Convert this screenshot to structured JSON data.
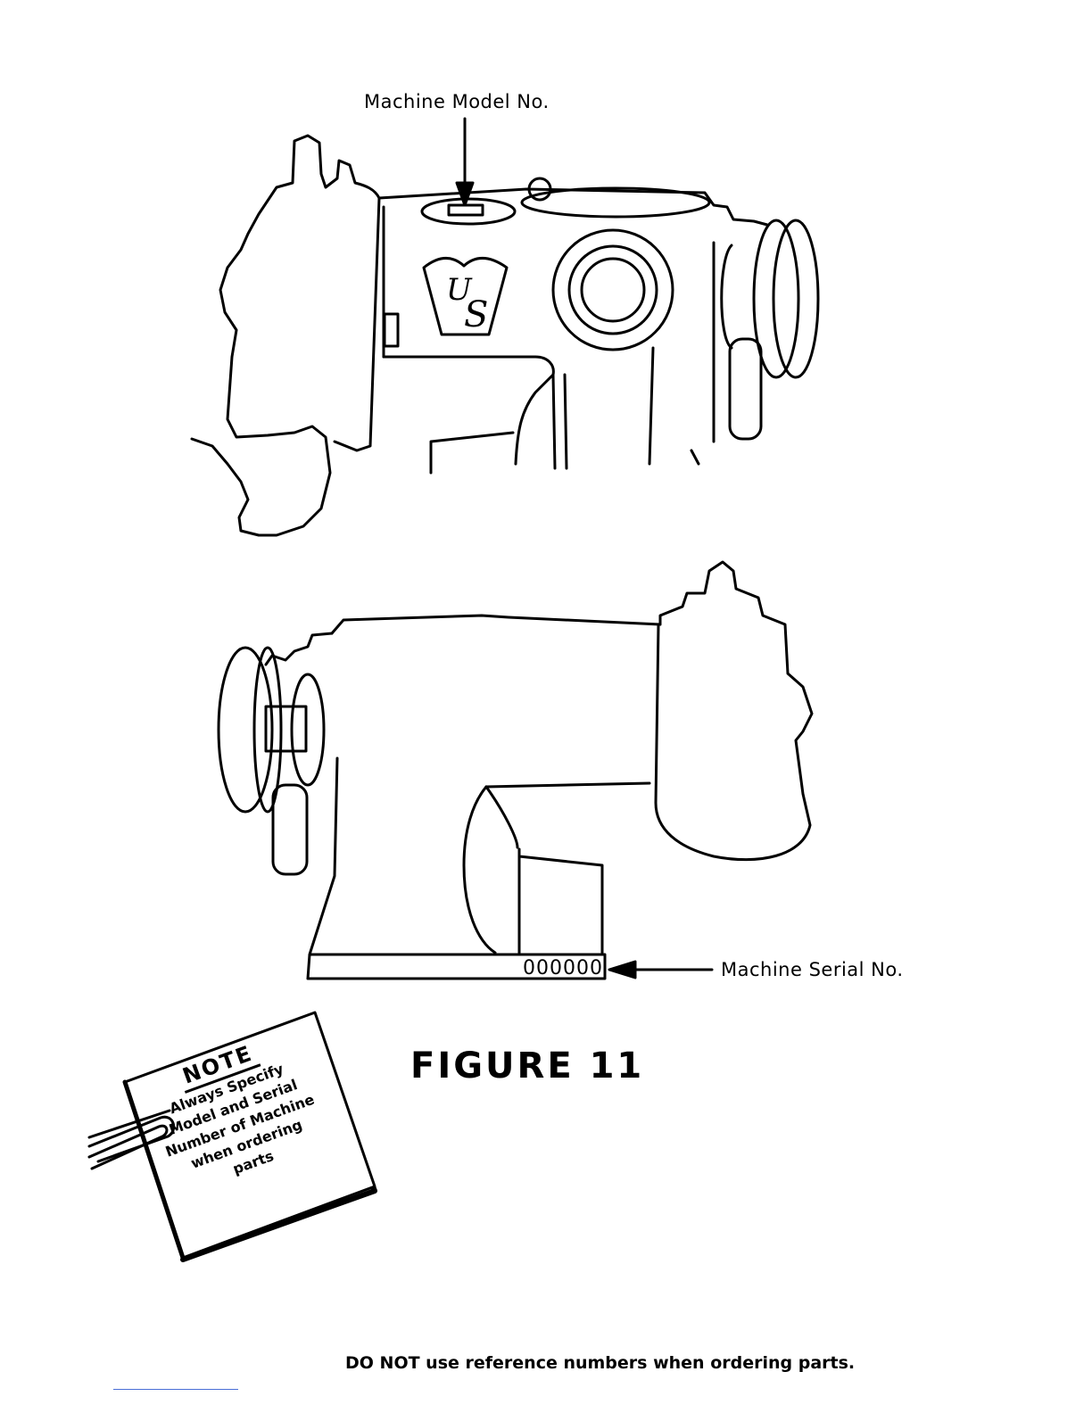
{
  "labels": {
    "model": "Machine Model No.",
    "serial": "Machine Serial No.",
    "serial_value": "000000",
    "figure": "FIGURE 11",
    "footer": "DO NOT use reference numbers when ordering parts."
  },
  "logo": {
    "letter_top": "U",
    "letter_bottom": "S"
  },
  "note": {
    "heading": "NOTE",
    "lines": [
      "Always Specify",
      "Model and Serial",
      "Number of Machine",
      "when ordering",
      "parts"
    ]
  },
  "colors": {
    "ink": "#000000",
    "paper": "#ffffff"
  }
}
